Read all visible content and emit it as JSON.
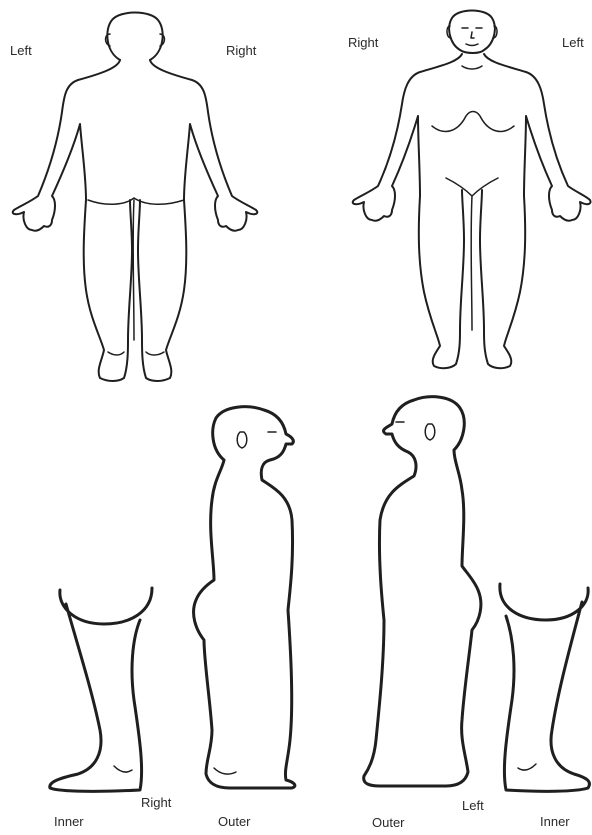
{
  "labels": {
    "back_left": "Left",
    "back_right": "Right",
    "front_right": "Right",
    "front_left": "Left",
    "side_right": "Right",
    "side_left": "Left",
    "right_inner": "Inner",
    "right_outer": "Outer",
    "left_outer": "Outer",
    "left_inner": "Inner"
  }
}
